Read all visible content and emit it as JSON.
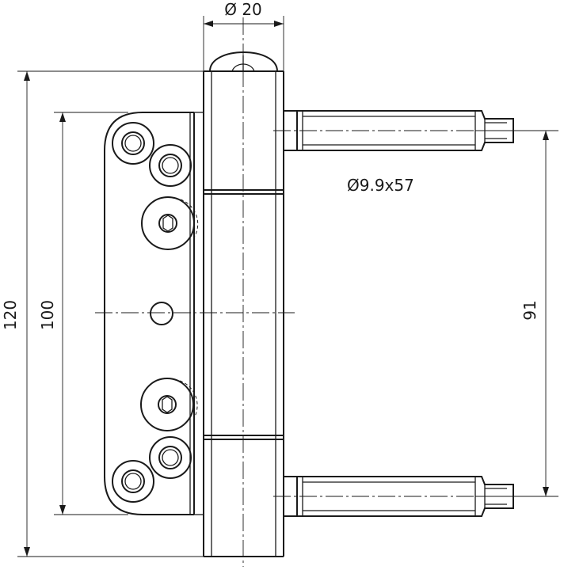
{
  "dimensions": {
    "pin_diameter": "Ø 20",
    "bolt_spec": "Ø9.9x57",
    "overall_height": "120",
    "plate_height": "100",
    "bolt_spacing": "91"
  }
}
